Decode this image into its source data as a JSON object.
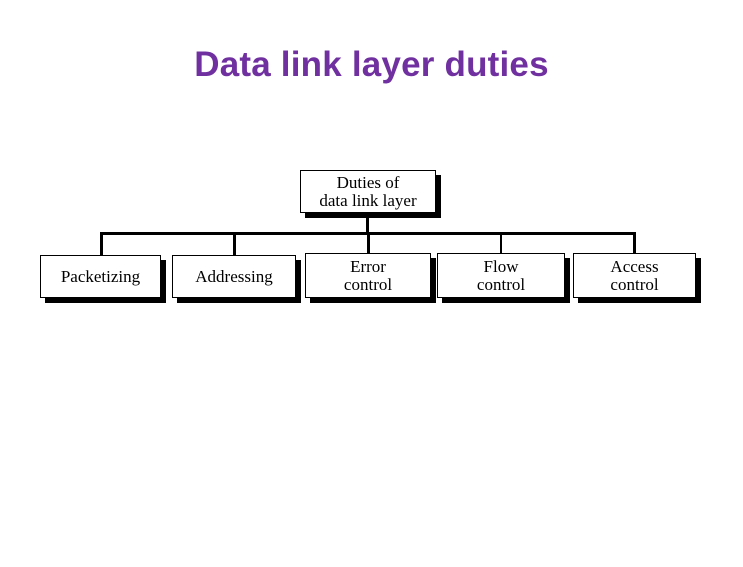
{
  "slide": {
    "title": "Data link layer duties",
    "title_color": "#7030A0",
    "background_color": "#FFFFFF"
  },
  "diagram": {
    "type": "hierarchy-tree",
    "box_fill": "#FFFFFF",
    "box_border_color": "#000000",
    "shadow_color": "#000000",
    "connector_color": "#000000",
    "root": {
      "id": "duties-of-data-link-layer",
      "line1": "Duties of",
      "line2": "data link layer"
    },
    "children": [
      {
        "id": "packetizing",
        "line1": "Packetizing",
        "line2": ""
      },
      {
        "id": "addressing",
        "line1": "Addressing",
        "line2": ""
      },
      {
        "id": "error-control",
        "line1": "Error",
        "line2": "control"
      },
      {
        "id": "flow-control",
        "line1": "Flow",
        "line2": "control"
      },
      {
        "id": "access-control",
        "line1": "Access",
        "line2": "control"
      }
    ]
  }
}
